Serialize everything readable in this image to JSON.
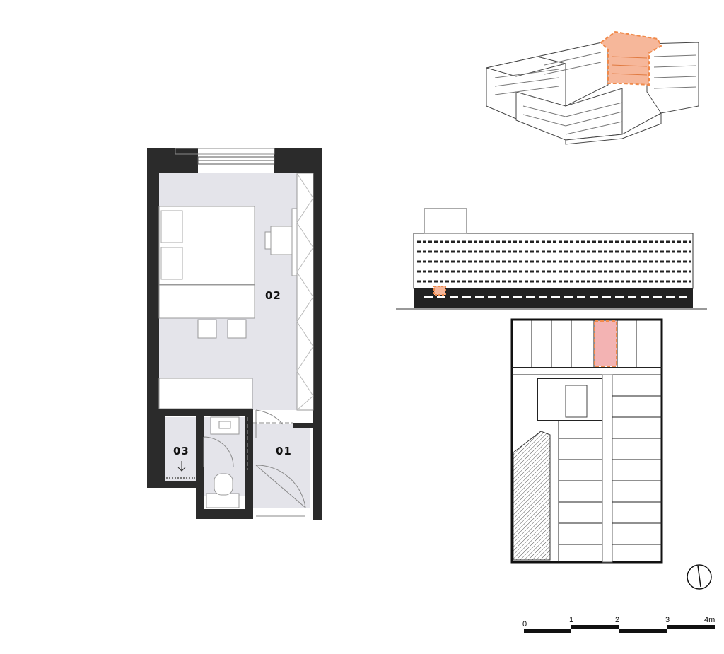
{
  "plan": {
    "rooms": [
      {
        "id": "01",
        "label": "01"
      },
      {
        "id": "02",
        "label": "02"
      },
      {
        "id": "03",
        "label": "03"
      }
    ]
  },
  "scale_bar": {
    "ticks": [
      "0",
      "1",
      "2",
      "3",
      "4m"
    ]
  },
  "colors": {
    "wall": "#2b2b2b",
    "floor": "#e4e4ea",
    "highlight_orange": "#f08a4b",
    "highlight_fill": "#f6b79a",
    "plan_highlight_fill": "#f3b3b3"
  },
  "icons": {
    "north_arrow": "north-arrow-icon",
    "drain_arrow": "arrow-down-icon"
  }
}
